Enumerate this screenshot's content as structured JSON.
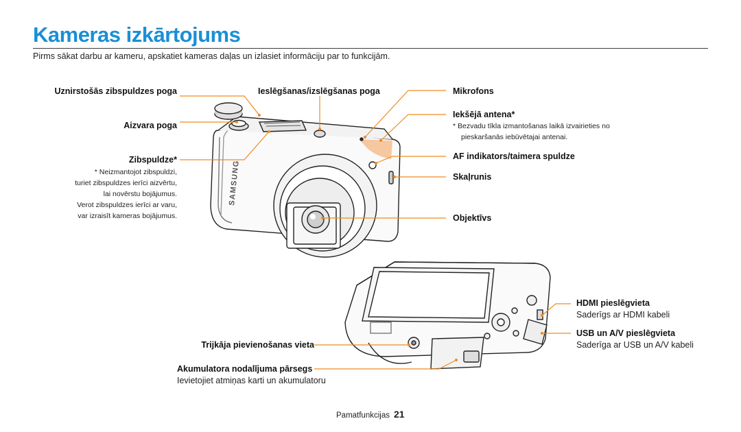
{
  "page": {
    "title": "Kameras izkārtojums",
    "intro": "Pirms sākat darbu ar kameru, apskatiet kameras daļas un izlasiet informāciju par to funkcijām."
  },
  "labels": {
    "flash_button": "Uznirstošās zibspuldzes poga",
    "shutter": "Aizvara poga",
    "flash": "Zibspuldze*",
    "flash_note": [
      "* Neizmantojot zibspuldzi,",
      "turiet zibspuldzes ierīci aizvērtu,",
      "lai novērstu bojājumus.",
      "Verot zibspuldzes ierīci ar varu,",
      "var izraisīt kameras bojājumus."
    ],
    "power": "Ieslēgšanas/izslēgšanas poga",
    "mic": "Mikrofons",
    "antenna": "Iekšējā antena*",
    "antenna_note": [
      "* Bezvadu tīkla izmantošanas laikā izvairieties no",
      "pieskaršanās iebūvētajai antenai."
    ],
    "af_lamp": "AF indikators/taimera spuldze",
    "speaker": "Skaļrunis",
    "lens": "Objektīvs",
    "hdmi": "HDMI pieslēgvieta",
    "hdmi_sub": "Saderīgs ar HDMI kabeli",
    "usb": "USB un A/V pieslēgvieta",
    "usb_sub": "Saderīga ar USB un A/V kabeli",
    "tripod": "Trijkāja pievienošanas vieta",
    "battery": "Akumulatora nodalījuma pārsegs",
    "battery_sub": "Ievietojiet atmiņas karti un akumulatoru"
  },
  "brand_text": "SAMSUNG",
  "footer": {
    "section": "Pamatfunkcijas",
    "page_number": "21"
  },
  "colors": {
    "title": "#1a8fd6",
    "leader": "#f08a1f",
    "antenna_highlight": "#f6c8a0"
  },
  "icons": [
    "camera-front-illustration",
    "camera-bottom-illustration"
  ]
}
